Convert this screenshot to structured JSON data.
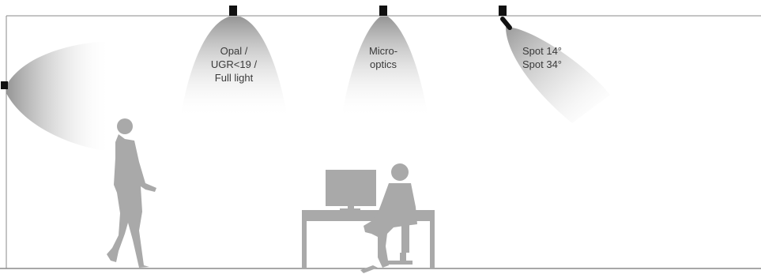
{
  "luminaires": [
    {
      "name": "wall-luminaire",
      "lines": []
    },
    {
      "name": "opal-luminaire",
      "lines": [
        "Opal /",
        "UGR<19 /",
        "Full light"
      ]
    },
    {
      "name": "micro-optics-luminaire",
      "lines": [
        "Micro-",
        "optics"
      ]
    },
    {
      "name": "spot-luminaire",
      "lines": [
        "Spot 14°",
        "Spot 34°"
      ]
    }
  ],
  "colors": {
    "line": "#8a8a8a",
    "fixture": "#111111",
    "beam": "#9a9a9a",
    "silhouette": "#a9a9a9",
    "text": "#3a3a3a"
  },
  "icons": [
    "walking-person-icon",
    "desk-icon",
    "monitor-icon",
    "seated-person-icon",
    "office-chair-icon"
  ]
}
